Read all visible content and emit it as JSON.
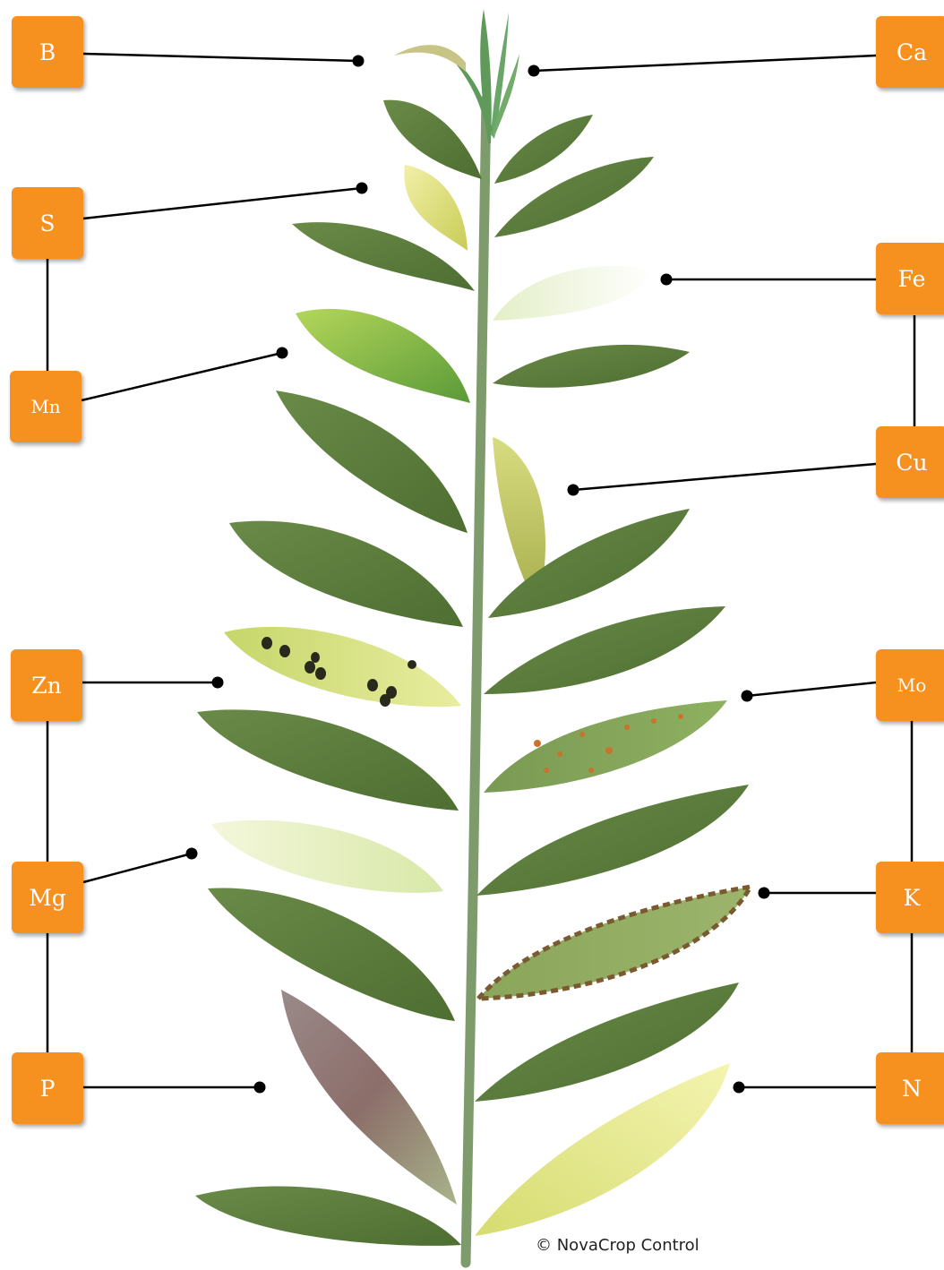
{
  "nutrients": {
    "B": "B",
    "Ca": "Ca",
    "S": "S",
    "Fe": "Fe",
    "Mn": "Mn",
    "Cu": "Cu",
    "Zn": "Zn",
    "Mo": "Mo",
    "Mg": "Mg",
    "K": "K",
    "P": "P",
    "N": "N"
  },
  "copyright": "© NovaCrop Control",
  "colors": {
    "label_box": "#f6901e",
    "label_text": "#ffffff",
    "healthy_leaf": "#5a7a3a",
    "stem": "#7e9b6c"
  }
}
